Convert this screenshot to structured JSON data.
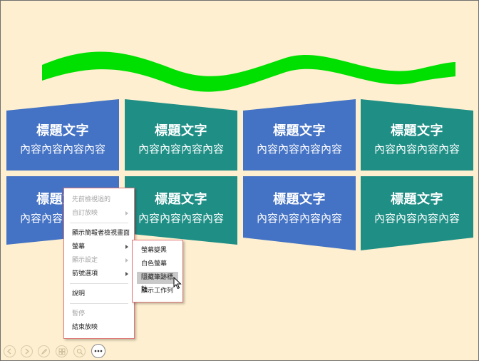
{
  "slide": {
    "tiles": [
      {
        "title": "標題文字",
        "body": "內容內容內容內容"
      },
      {
        "title": "標題文字",
        "body": "內容內容內容內容"
      },
      {
        "title": "標題文字",
        "body": "內容內容內容內容"
      },
      {
        "title": "標題文字",
        "body": "內容內容內容內容"
      },
      {
        "title": "標題文字",
        "body": "內容內容內容內容"
      },
      {
        "title": "標題文字",
        "body": "內容內容內容內容"
      },
      {
        "title": "標題文字",
        "body": "內容內容內容內容"
      },
      {
        "title": "標題文字",
        "body": "內容內容內容內容"
      }
    ],
    "colors": {
      "blue": "#4472c4",
      "teal": "#1f8f86",
      "wave": "#00e000",
      "background": "#fdefcf"
    }
  },
  "context_menu": {
    "items": [
      {
        "label": "先前檢視過的",
        "disabled": true
      },
      {
        "label": "自訂放映",
        "disabled": true,
        "submenu": true
      },
      {
        "label": "顯示簡報者檢視畫面"
      },
      {
        "label": "螢幕",
        "submenu": true
      },
      {
        "label": "顯示設定",
        "disabled": true,
        "submenu": true
      },
      {
        "label": "箭號選項",
        "submenu": true
      },
      {
        "label": "說明"
      },
      {
        "label": "暫停",
        "disabled": true
      },
      {
        "label": "結束放映"
      }
    ]
  },
  "screen_submenu": {
    "items": [
      {
        "label": "螢幕變黑"
      },
      {
        "label": "白色螢幕"
      },
      {
        "label": "隱藏筆跡標註",
        "highlighted": true
      },
      {
        "label": "顯示工作列"
      }
    ]
  },
  "toolbar": {
    "buttons": [
      {
        "icon": "previous-icon"
      },
      {
        "icon": "next-icon"
      },
      {
        "icon": "pen-icon"
      },
      {
        "icon": "see-all-slides-icon"
      },
      {
        "icon": "zoom-icon"
      },
      {
        "icon": "more-options-icon"
      }
    ]
  }
}
